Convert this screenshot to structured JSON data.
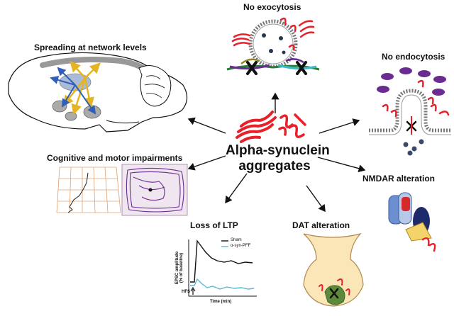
{
  "center": {
    "line1": "Alpha-synuclein",
    "line2": "aggregates"
  },
  "panels": {
    "spreading": {
      "title": "Spreading at network levels"
    },
    "exocytosis": {
      "title": "No exocytosis"
    },
    "endocytosis": {
      "title": "No endocytosis"
    },
    "cognitive": {
      "title": "Cognitive and motor impairments"
    },
    "nmdar": {
      "title": "NMDAR alteration"
    },
    "ltp": {
      "title": "Loss  of LTP",
      "ylabel_line1": "EPSC amplitude",
      "ylabel_line2": "(% of baseline)",
      "xlabel": "Time (min)",
      "hfs": "HFS",
      "legend": [
        "Sham",
        "α-syn-PFF"
      ]
    },
    "dat": {
      "title": "DAT alteration"
    }
  },
  "colors": {
    "aggregate_red": "#e8202a",
    "sham_trace": "#111111",
    "pff_trace": "#5fb7d8",
    "spreading_yellow": "#e6b422",
    "spreading_blue": "#2f5fb8",
    "grid_orange": "#e0a070",
    "track_purple": "#6a2c91",
    "vesicle_blue": "#3a4a6a",
    "terminal_fill": "#fbe6b8",
    "dat_green": "#5d8a3a"
  }
}
